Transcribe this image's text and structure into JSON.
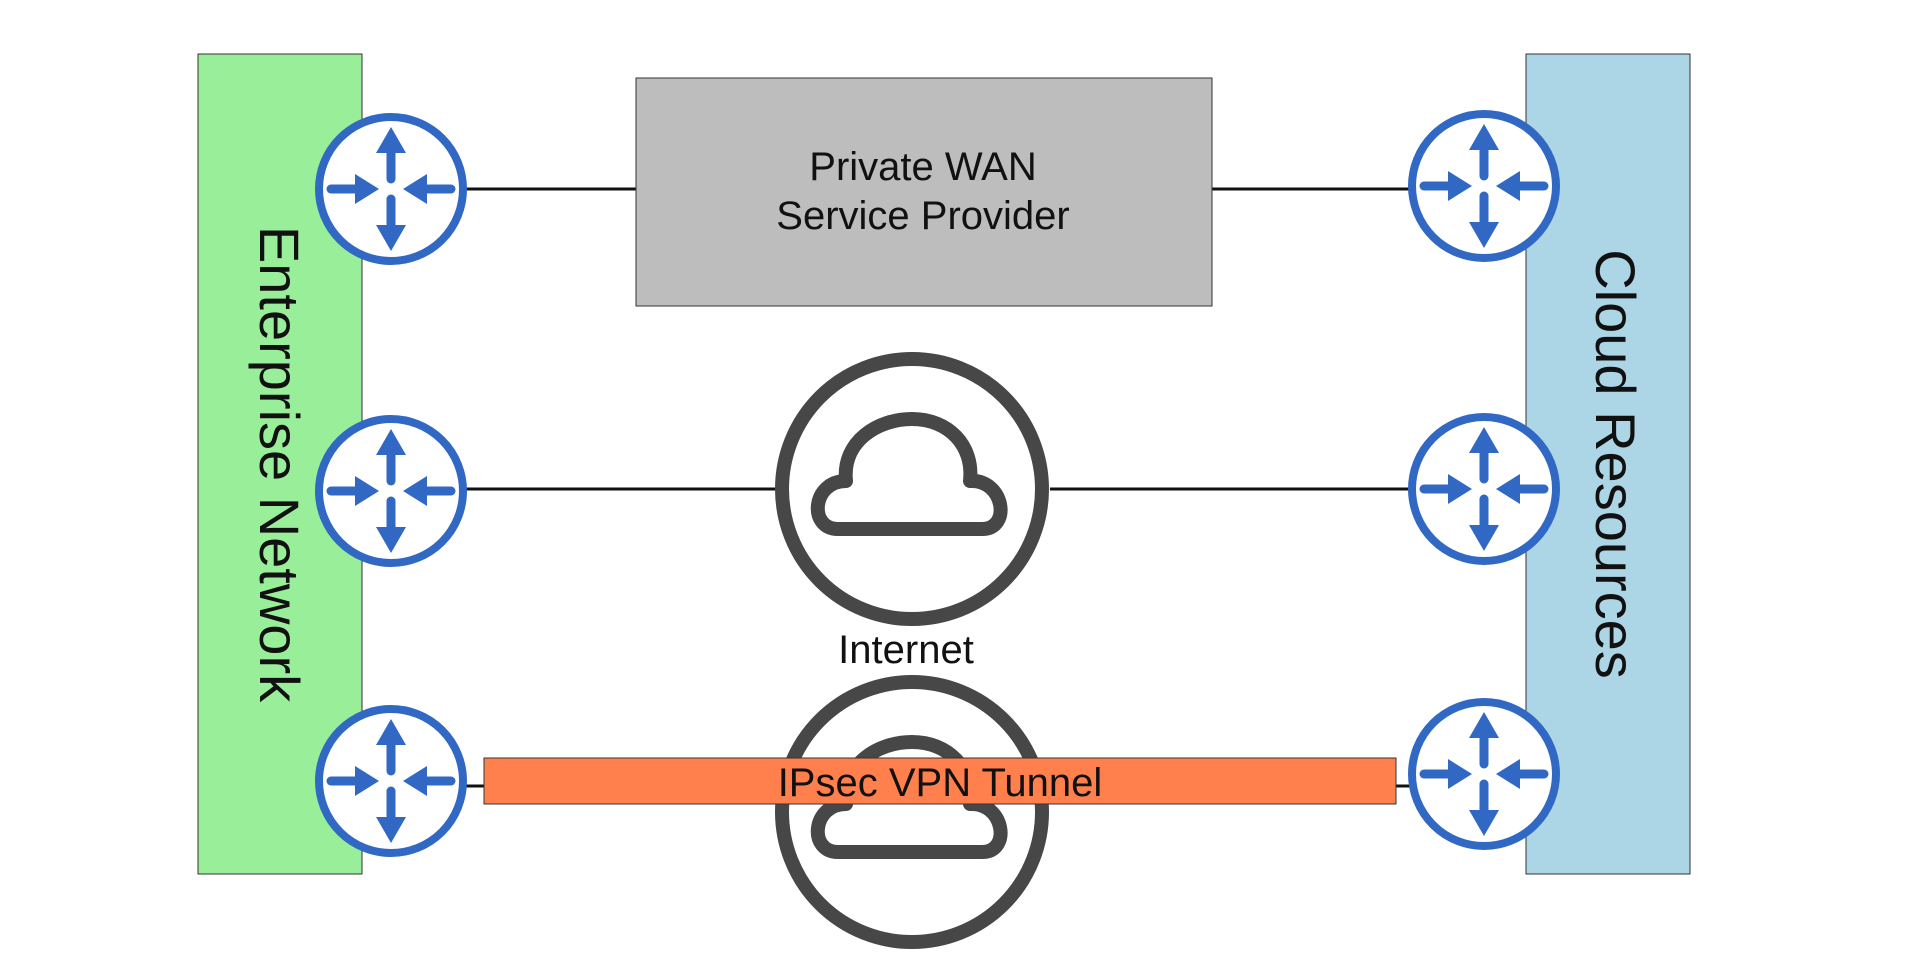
{
  "diagram": {
    "left_panel": {
      "label": "Enterprise Network",
      "color": "#99ee99"
    },
    "right_panel": {
      "label": "Cloud Resources",
      "color": "#acd5e6"
    },
    "wan_box": {
      "line1": "Private WAN",
      "line2": "Service Provider",
      "color": "#bdbdbd"
    },
    "internet": {
      "label": "Internet",
      "icon": "cloud-icon"
    },
    "tunnel": {
      "label": "IPsec VPN Tunnel",
      "color": "#ff804d"
    },
    "router": {
      "icon": "router-icon",
      "color": "#3168c4"
    }
  }
}
